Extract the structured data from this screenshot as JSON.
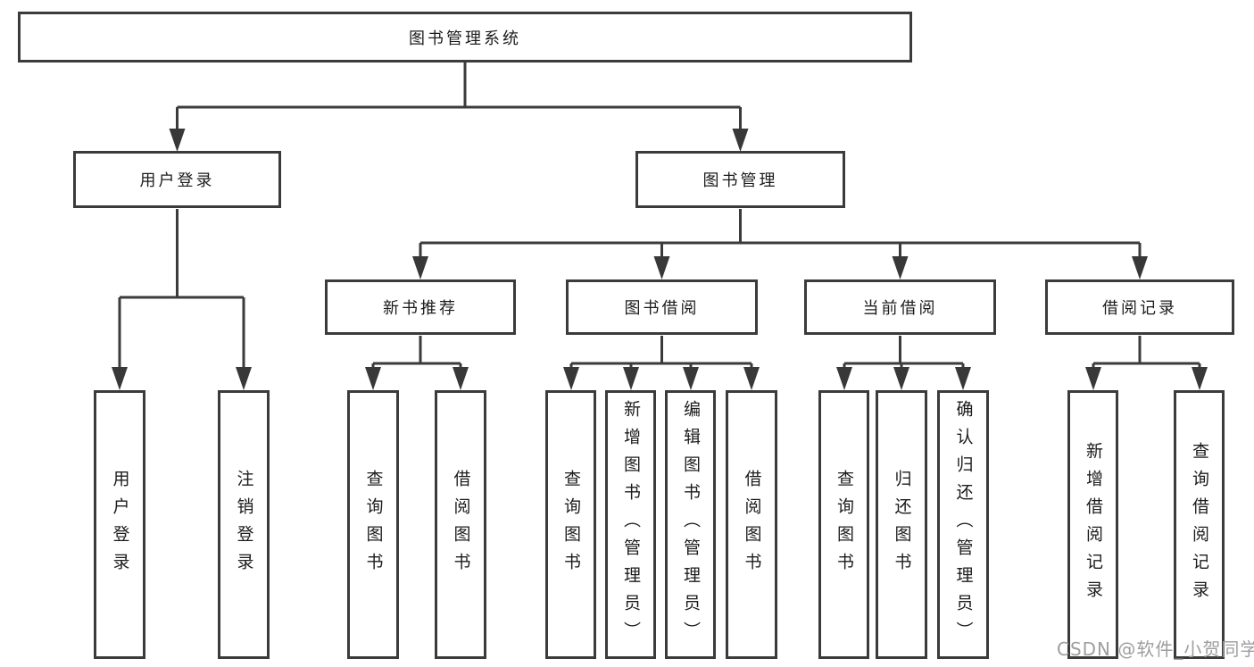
{
  "diagram": {
    "root": "图书管理系统",
    "children": [
      {
        "label": "用户登录",
        "children": [
          "用户登录",
          "注销登录"
        ]
      },
      {
        "label": "图书管理",
        "children": [
          {
            "label": "新书推荐",
            "children": [
              "查询图书",
              "借阅图书"
            ]
          },
          {
            "label": "图书借阅",
            "children": [
              "查询图书",
              "新增图书（管理员）",
              "编辑图书（管理员）",
              "借阅图书"
            ]
          },
          {
            "label": "当前借阅",
            "children": [
              "查询图书",
              "归还图书",
              "确认归还（管理员）"
            ]
          },
          {
            "label": "借阅记录",
            "children": [
              "新增借阅记录",
              "查询借阅记录"
            ]
          }
        ]
      }
    ]
  },
  "watermark": "CSDN @软件_小贺同学",
  "colors": {
    "line": "#3b3b3b",
    "box_border": "#3b3b3b",
    "text": "#1c1c1c",
    "background": "#ffffff",
    "watermark": "#9e9e9e"
  }
}
